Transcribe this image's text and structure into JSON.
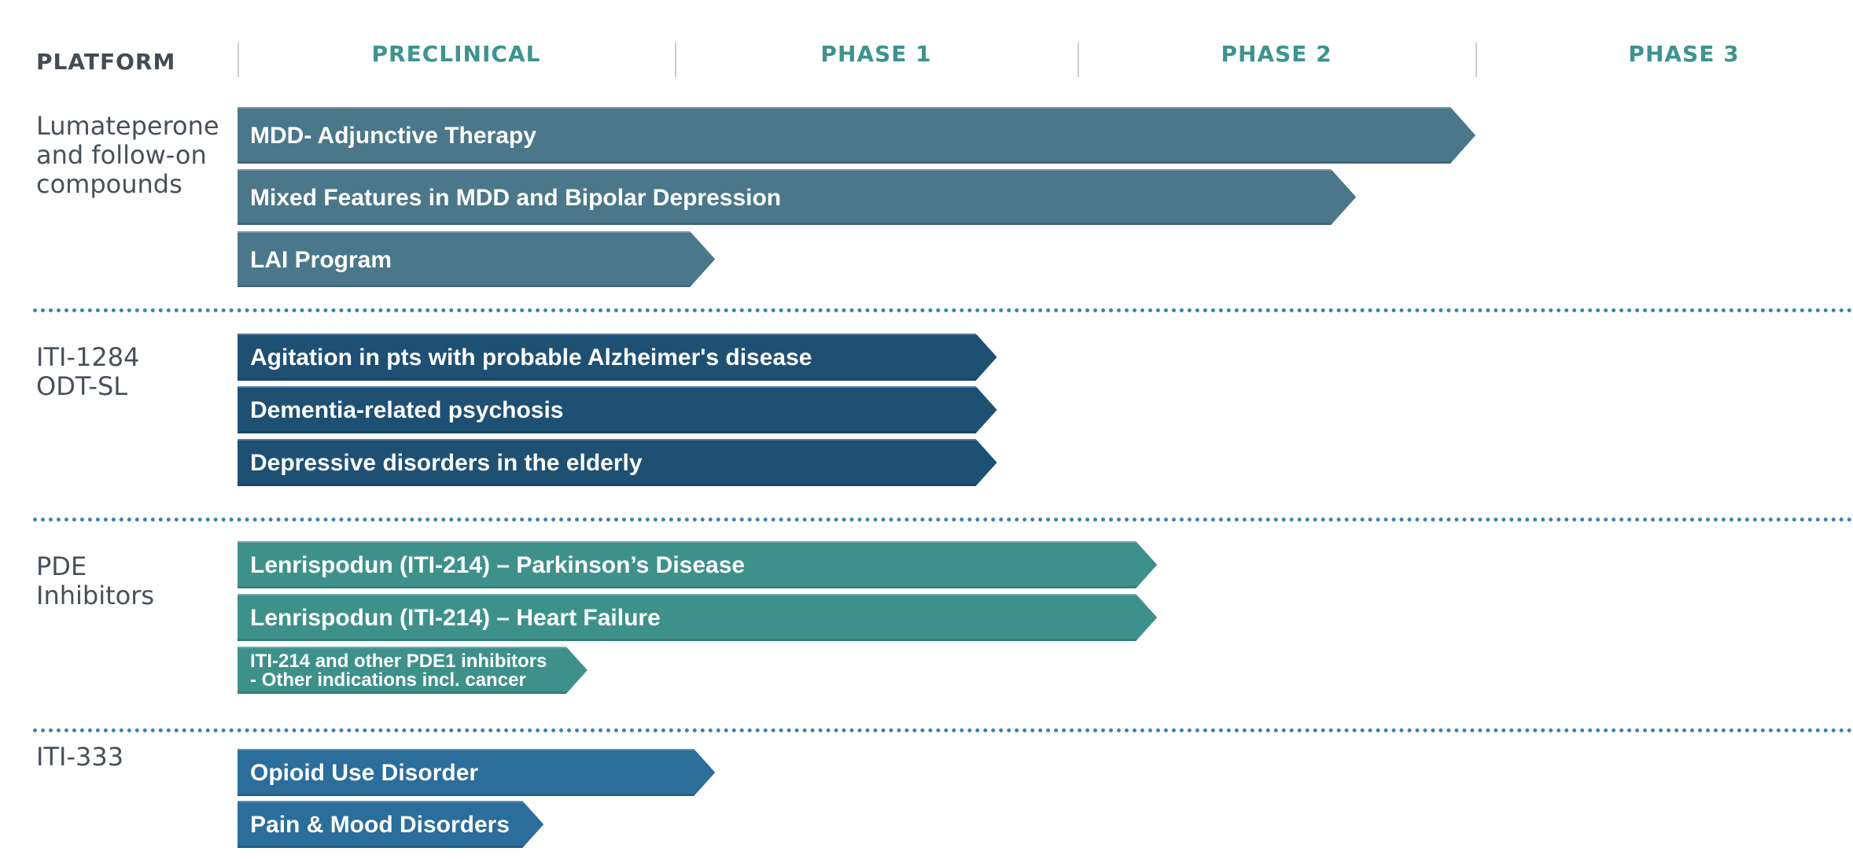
{
  "header": {
    "platform": "PLATFORM",
    "phases": [
      "PRECLINICAL",
      "PHASE 1",
      "PHASE 2",
      "PHASE 3"
    ]
  },
  "colors": {
    "lumateperone": "#4a7789",
    "iti1284": "#1e5074",
    "pde": "#3e918a",
    "iti333": "#2b6d9b",
    "header_text": "#3d9390",
    "divider": "#3a86a8"
  },
  "platforms": [
    {
      "name": "Lumateperone\nand follow-on\ncompounds",
      "color": "#4a7789",
      "programs": [
        {
          "label": "MDD- Adjunctive Therapy",
          "progress_phase": 3.0
        },
        {
          "label": "Mixed Features in MDD and Bipolar Depression",
          "progress_phase": 2.7
        },
        {
          "label": "LAI Program",
          "progress_phase": 1.1
        }
      ]
    },
    {
      "name": "ITI-1284\nODT-SL",
      "color": "#1e5074",
      "programs": [
        {
          "label": "Agitation in pts with probable Alzheimer's disease",
          "progress_phase": 1.8
        },
        {
          "label": "Dementia-related psychosis",
          "progress_phase": 1.8
        },
        {
          "label": "Depressive disorders in the elderly",
          "progress_phase": 1.8
        }
      ]
    },
    {
      "name": "PDE\nInhibitors",
      "color": "#3e918a",
      "programs": [
        {
          "label": "Lenrispodun (ITI-214) – Parkinson’s Disease",
          "progress_phase": 2.2
        },
        {
          "label": "Lenrispodun (ITI-214) – Heart Failure",
          "progress_phase": 2.2
        },
        {
          "label": "ITI-214 and other PDE1 inhibitors\n- Other indications incl. cancer",
          "progress_phase": 0.8
        }
      ]
    },
    {
      "name": "ITI-333",
      "color": "#2b6d9b",
      "programs": [
        {
          "label": "Opioid Use Disorder",
          "progress_phase": 1.1
        },
        {
          "label": "Pain & Mood Disorders",
          "progress_phase": 0.7
        }
      ]
    }
  ]
}
